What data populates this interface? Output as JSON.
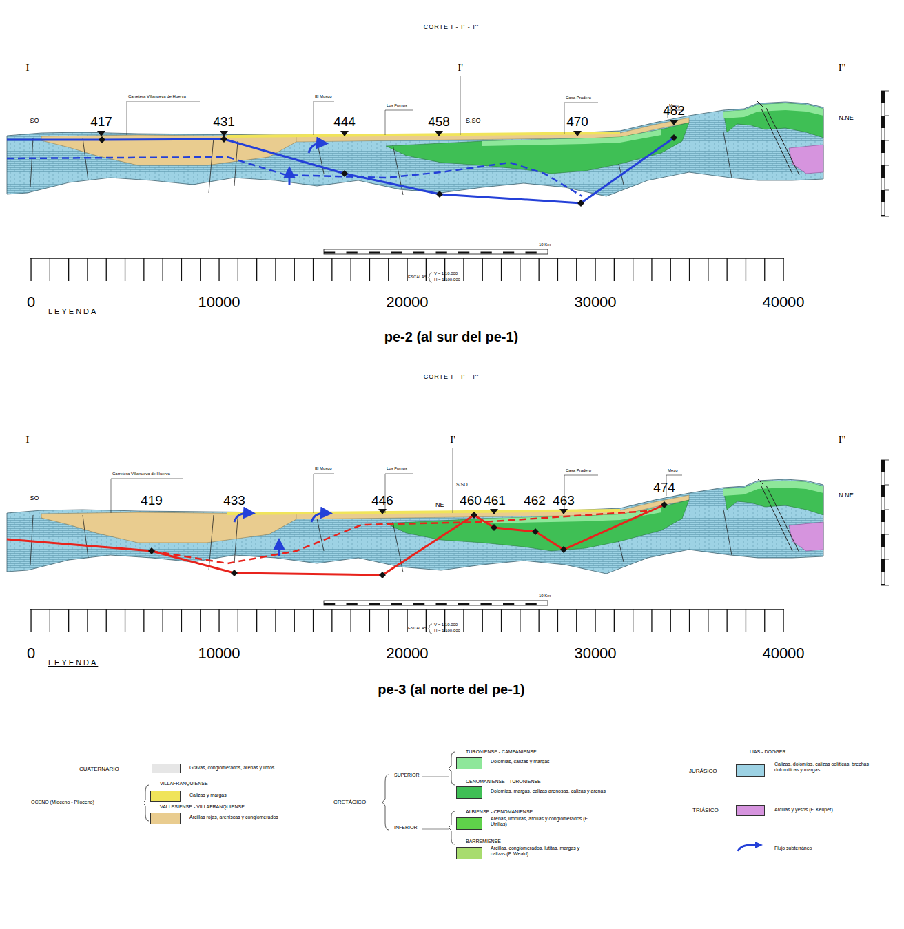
{
  "diagram": {
    "labels": [
      "CORTE I - I' - I''",
      "I",
      "I'",
      "I''",
      "SO",
      "N.NE",
      "Carretera Villanueva de Huerva",
      "El Musco",
      "Los Fornos",
      "Casa Pradero",
      "Mezo",
      "417",
      "431",
      "444",
      "458",
      "S.SO",
      "470",
      "482",
      "10 Km",
      "ESCALAS",
      "V = 1:10.000",
      "H = 1:100.000",
      "0",
      "LEYENDA",
      "10000",
      "20000",
      "30000",
      "40000",
      "pe-2 (al sur del pe-1)",
      "CORTE I - I' - I''",
      "I",
      "I'",
      "I''",
      "SO",
      "N.NE",
      "Carretera Villanueva de Huerva",
      "El Musco",
      "Los Fornos",
      "Casa Pradero",
      "Mezo",
      "419",
      "433",
      "446",
      "NE",
      "S.SO",
      "460",
      "461",
      "462",
      "463",
      "474",
      "10 Km",
      "ESCALAS",
      "V = 1:10.000",
      "H = 1:100.000",
      "0",
      "LEYENDA",
      "10000",
      "20000",
      "30000",
      "40000",
      "pe-3 (al norte del pe-1)",
      "CUATERNARIO",
      "OCENO (Mioceno - Plioceno)",
      "VILLAFRANQUIENSE",
      "VALLESIENSE - VILLAFRANQUIENSE",
      "CRETÁCICO",
      "SUPERIOR",
      "TURONIENSE - CAMPANIENSE",
      "CENOMANIENSE - TURONIENSE",
      "INFERIOR",
      "ALBIENSE - CENOMANIENSE",
      "BARREMIENSE",
      "JURÁSICO",
      "LIAS - DOGGER",
      "TRIÁSICO"
    ],
    "legend": [
      {
        "text": "Gravas, conglomerados, arenas y limos",
        "color": "#e6e6e6"
      },
      {
        "text": "Calizas y margas",
        "color": "#f0e45a"
      },
      {
        "text": "Arcillas rojas, areniscas y conglomerados",
        "color": "#e9cc8f"
      },
      {
        "text": "Dolomías, calizas y margas",
        "color": "#8ee79a"
      },
      {
        "text": "Dolomías, margas, calizas arenosas, calizas y arenas",
        "color": "#3fbf55"
      },
      {
        "text": "Arenas, limolitas, arcillas y conglomerados (F. Utrillas)",
        "color": "#5fd24a"
      },
      {
        "text": "Arcillas, conglomerados, lutitas, margas y calizas (F. Weald)",
        "color": "#a8dc6e"
      },
      {
        "text": "Calizas, dolomías, calizas oolíticas, brechas dolomíticas y margas",
        "color": "#9dd2e4"
      },
      {
        "text": "Arcillas y yesos (F. Keuper)",
        "color": "#d694de"
      },
      {
        "text": "Flujo subterráneo"
      }
    ]
  }
}
